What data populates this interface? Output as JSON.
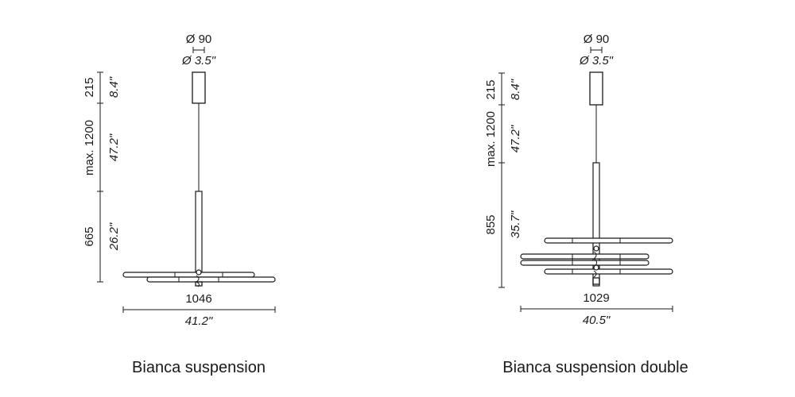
{
  "products": [
    {
      "caption": "Bianca suspension",
      "canopy_diameter_mm": "Ø 90",
      "canopy_diameter_in": "Ø 3.5\"",
      "canopy_height_mm": "215",
      "canopy_height_in": "8.4\"",
      "cable_mm": "max. 1200",
      "cable_in": "47.2\"",
      "body_height_mm": "665",
      "body_height_in": "26.2\"",
      "width_mm": "1046",
      "width_in": "41.2\""
    },
    {
      "caption": "Bianca suspension double",
      "canopy_diameter_mm": "Ø 90",
      "canopy_diameter_in": "Ø 3.5\"",
      "canopy_height_mm": "215",
      "canopy_height_in": "8.4\"",
      "cable_mm": "max. 1200",
      "cable_in": "47.2\"",
      "body_height_mm": "855",
      "body_height_in": "35.7\"",
      "width_mm": "1029",
      "width_in": "40.5\""
    }
  ]
}
